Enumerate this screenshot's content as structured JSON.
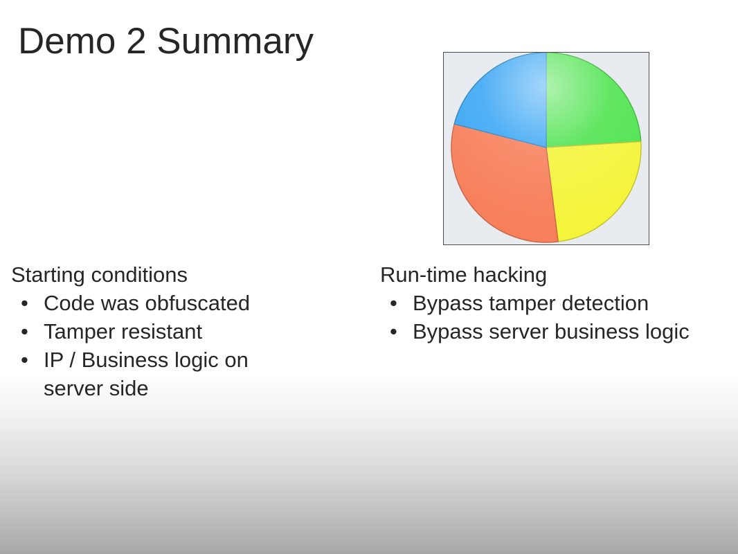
{
  "slide": {
    "title": "Demo 2 Summary",
    "colors": {
      "pie_green": "#4ee34e",
      "pie_yellow": "#f4f43a",
      "pie_orange": "#f77f5a",
      "pie_blue": "#3aa6f4",
      "frame_background": "#e8ebef"
    },
    "left_column": {
      "heading": "Starting conditions",
      "bullets": [
        "Code was obfuscated",
        "Tamper resistant",
        "IP / Business logic on server side"
      ]
    },
    "right_column": {
      "heading": "Run-time hacking",
      "bullets": [
        "Bypass tamper detection",
        "Bypass server business logic"
      ]
    }
  },
  "chart_data": {
    "type": "pie",
    "categories": [
      "",
      "",
      "",
      ""
    ],
    "values": [
      24,
      24,
      31,
      21
    ],
    "colors": [
      "#4ee34e",
      "#f4f43a",
      "#f77f5a",
      "#3aa6f4"
    ],
    "start_angle_deg": 0,
    "direction": "clockwise",
    "legend": "none"
  }
}
